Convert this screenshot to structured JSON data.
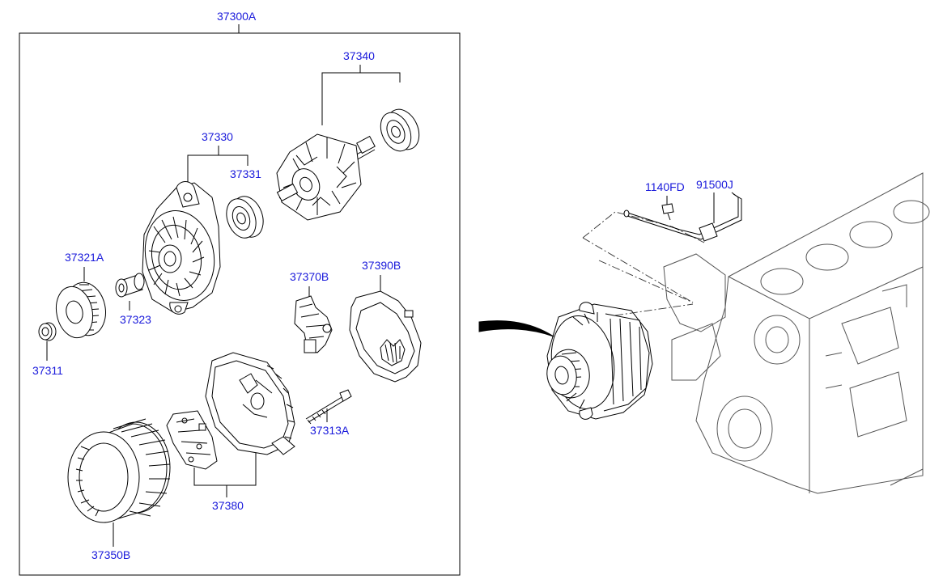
{
  "diagram": {
    "assembly_label": "37300A",
    "labels": {
      "p37340": "37340",
      "p37330": "37330",
      "p37331": "37331",
      "p37321A": "37321A",
      "p37323": "37323",
      "p37311": "37311",
      "p37370B": "37370B",
      "p37390B": "37390B",
      "p37313A": "37313A",
      "p37380": "37380",
      "p37350B": "37350B",
      "p1140FD": "1140FD",
      "p91500J": "91500J"
    }
  },
  "colors": {
    "label_color": "#1a1adb",
    "line_color": "#000000",
    "background": "#ffffff"
  }
}
